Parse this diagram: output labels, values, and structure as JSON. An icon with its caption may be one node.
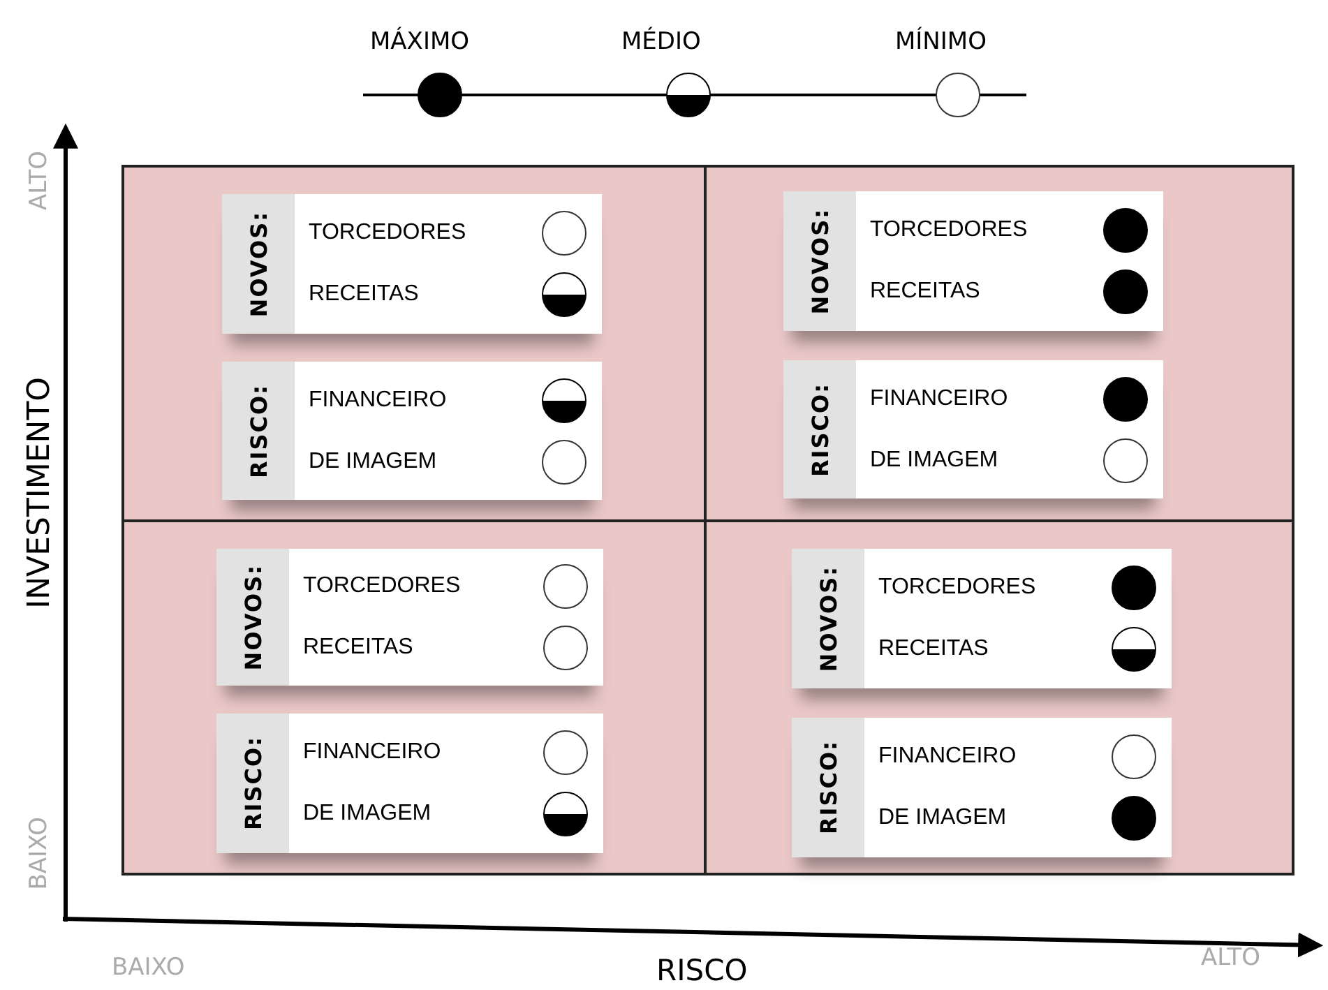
{
  "diagram": {
    "nodes": [
      {
        "text": [],
        "shape": "box"
      },
      {
        "text": [
          "NOVOS:",
          "TORCEDORES",
          "RECEITAS"
        ],
        "in": 0
      },
      {
        "text": [],
        "shape": "circle",
        "in": 1
      },
      {
        "text": [],
        "shape": "half-disc",
        "in": 1
      },
      {
        "text": [
          "RISCO:",
          "FINANCEIRO",
          "DE IMAGEM"
        ],
        "in": 0
      },
      {
        "text": [],
        "shape": "half-disc",
        "in": 4
      },
      {
        "text": [],
        "shape": "circle",
        "in": 4
      },
      {
        "text": [],
        "shape": "box"
      },
      {
        "text": [
          "NOVOS:",
          "TORCEDORES",
          "RECEITAS"
        ],
        "in": 7
      },
      {
        "text": [],
        "shape": "disc",
        "in": 8
      },
      {
        "text": [],
        "shape": "disc",
        "in": 8
      },
      {
        "text": [
          "RISCO:",
          "FINANCEIRO",
          "DE IMAGEM"
        ],
        "in": 7
      },
      {
        "text": [],
        "shape": "disc",
        "in": 11
      },
      {
        "text": [],
        "shape": "circle",
        "in": 11
      },
      {
        "text": [],
        "shape": "box"
      },
      {
        "text": [
          "NOVOS:",
          "TORCEDORES",
          "RECEITAS"
        ],
        "in": 14
      },
      {
        "text": [],
        "shape": "circle",
        "in": 15
      },
      {
        "text": [],
        "shape": "circle",
        "in": 15
      },
      {
        "text": [
          "RISCO:",
          "FINANCEIRO",
          "DE IMAGEM"
        ],
        "in": 14
      },
      {
        "text": [],
        "shape": "circle",
        "in": 18
      },
      {
        "text": [],
        "shape": "half-disc",
        "in": 18
      },
      {
        "text": [],
        "shape": "box"
      },
      {
        "text": [
          "NOVOS:",
          "TORCEDORES",
          "RECEITAS"
        ],
        "in": 21
      },
      {
        "text": [],
        "shape": "disc",
        "in": 22
      },
      {
        "text": [],
        "shape": "half-disc",
        "in": 22
      },
      {
        "text": [
          "RISCO:",
          "FINANCEIRO",
          "DE IMAGEM"
        ],
        "in": 21
      },
      {
        "text": [],
        "shape": "circle",
        "in": 25
      },
      {
        "text": [],
        "shape": "disc",
        "in": 25
      }
    ],
    "edges": [],
    "labels": [
      "ALTO",
      "INVESTIMENTO",
      "BAIXO",
      "BAIXO",
      "RISCO",
      "ALTO"
    ],
    "legend": [
      {
        "text": "MÁXIMO"
      },
      {
        "text": "MÉDIO"
      },
      {
        "text": "MÍNIMO"
      }
    ]
  }
}
